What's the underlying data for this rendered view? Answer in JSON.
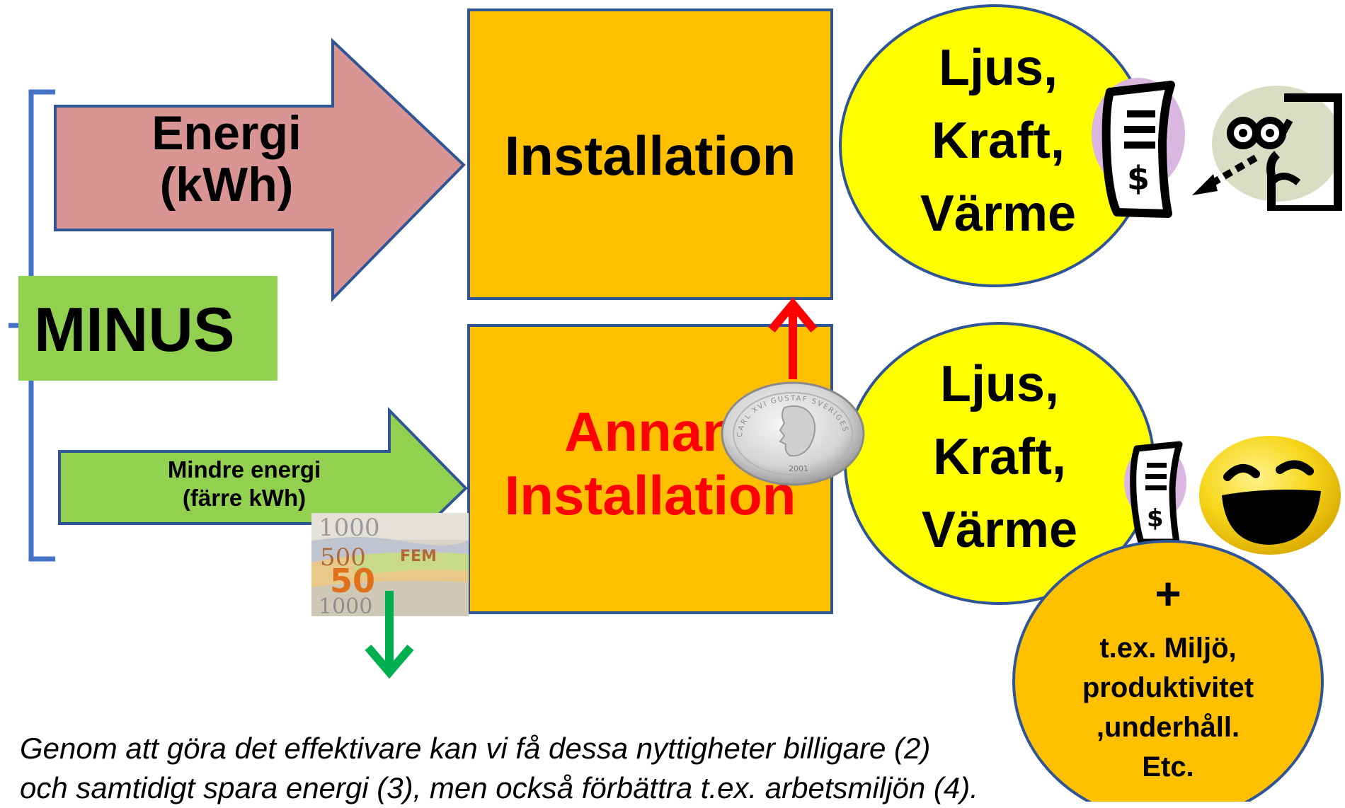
{
  "top_arrow": {
    "line1": "Energi",
    "line2": "(kWh)"
  },
  "bottom_arrow": {
    "line1": "Mindre energi",
    "line2": "(färre kWh)"
  },
  "minus_label": "MINUS",
  "top_box": {
    "label": "Installation"
  },
  "bottom_box": {
    "line1": "Annan",
    "line2": "Installation"
  },
  "top_circle": {
    "line1": "Ljus,",
    "line2": "Kraft,",
    "line3": "Värme"
  },
  "bottom_circle": {
    "line1": "Ljus,",
    "line2": "Kraft,",
    "line3": "Värme"
  },
  "extra_circle": {
    "plus": "+",
    "line1": "t.ex. Miljö,",
    "line2": "produktivitet",
    "line3": ",underhåll.",
    "line4": "Etc."
  },
  "bill_symbol": "$",
  "coin": {
    "year": "2001",
    "inscription": "CARL XVI GUSTAF SVERIGES KONUNG"
  },
  "banknotes": {
    "text1": "1000",
    "text2": "500",
    "text3": "FEM",
    "text4": "50"
  },
  "caption": {
    "line1": "Genom att göra det effektivare kan vi få dessa nyttigheter billigare (2)",
    "line2": "och samtidigt spara energi (3), men också förbättra t.ex. arbetsmiljön (4)."
  },
  "colors": {
    "box_fill": "#FFC000",
    "box_border": "#2F5597",
    "pink_arrow": "#D99594",
    "green_arrow": "#92D050",
    "circle_yellow": "#FFFF00",
    "minus_bg": "#92D050",
    "red_text": "#FF0000",
    "red_arrow": "#FF0000",
    "green_down_arrow": "#00B050",
    "bracket": "#4472C4"
  },
  "icons": [
    "bill-icon",
    "face-icon",
    "coin-icon",
    "banknotes-image",
    "laughing-face-icon"
  ]
}
